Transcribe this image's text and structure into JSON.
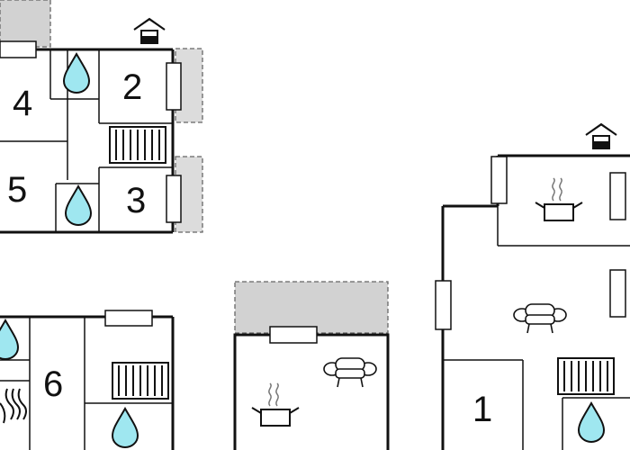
{
  "colors": {
    "wall": "#111111",
    "terrace": "#d2d2d2",
    "water_drop": "#9fe7f0",
    "background": "#ffffff"
  },
  "rooms": {
    "r1": "1",
    "r2": "2",
    "r3": "3",
    "r4": "4",
    "r5": "5",
    "r6": "6"
  },
  "icons": [
    "house-icon",
    "water-drop-icon",
    "radiator-icon",
    "sofa-icon",
    "cooking-pot-icon",
    "window-icon",
    "sauna-heat-icon"
  ]
}
